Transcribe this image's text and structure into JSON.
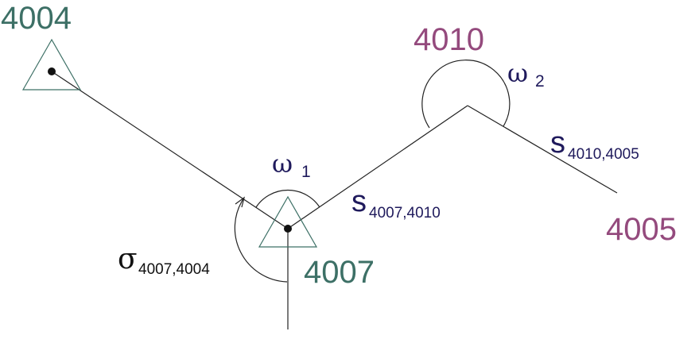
{
  "points": {
    "p4004": "4004",
    "p4007": "4007",
    "p4010": "4010",
    "p4005": "4005"
  },
  "angles": {
    "omega": "ω",
    "omega1_sub": "1",
    "omega2_sub": "2",
    "sigma": "σ",
    "sigma_sub": "4007,4004"
  },
  "distances": {
    "s": "s",
    "s1_sub": "4007,4010",
    "s2_sub": "4010,4005"
  },
  "colors": {
    "known_point": "#3d7066",
    "new_point": "#944a7d",
    "symbol": "#1f1a5c",
    "line": "#222222"
  }
}
